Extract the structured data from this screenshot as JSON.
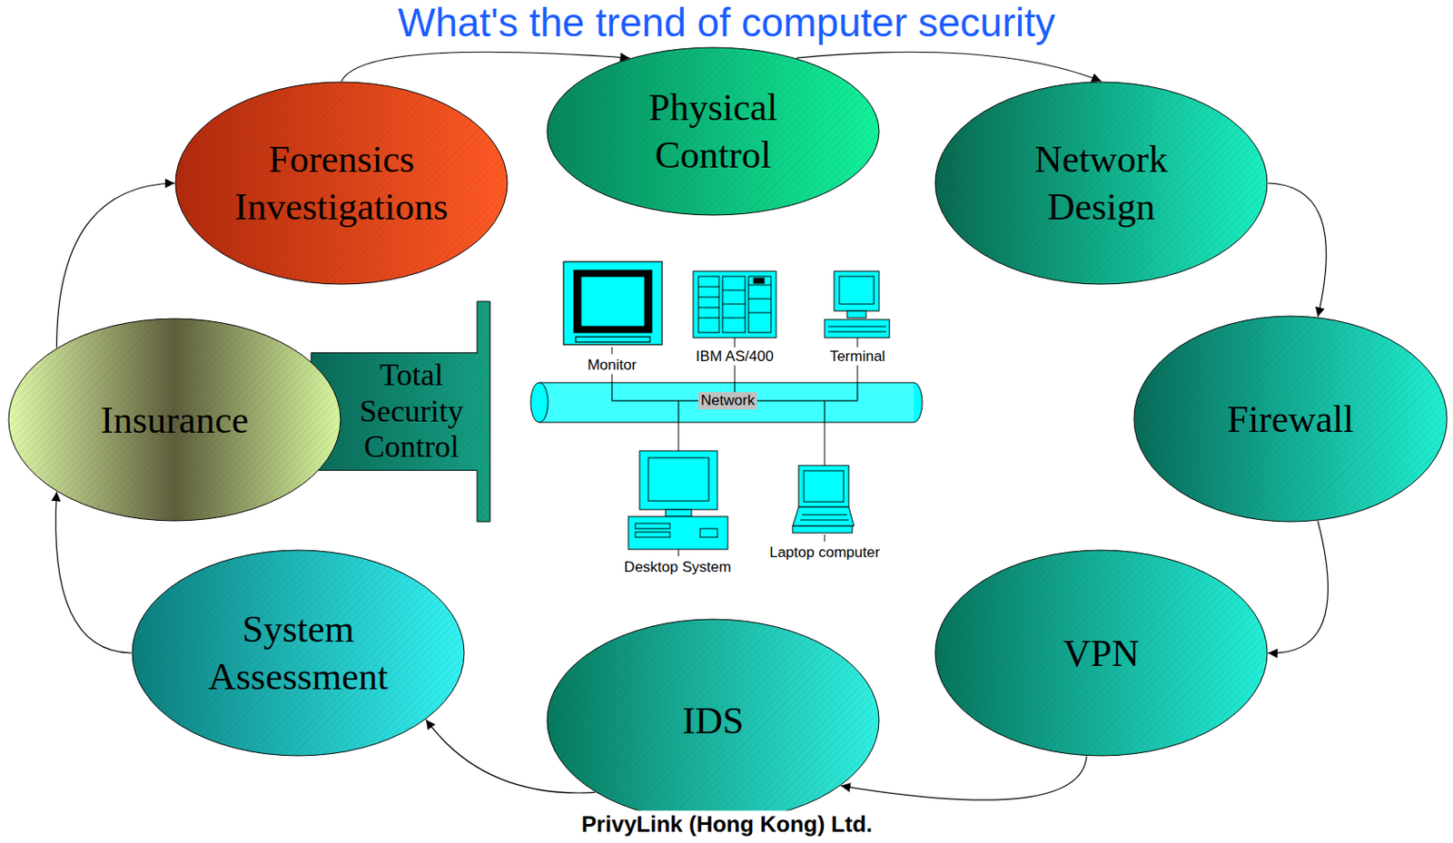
{
  "diagram": {
    "title": "What's the trend of computer security",
    "nodes": [
      {
        "text": [
          "Physical Control"
        ]
      },
      {
        "text": [
          "Forensics Investigations"
        ]
      },
      {
        "text": [
          "Network Design"
        ]
      },
      {
        "text": [
          "Insurance"
        ]
      },
      {
        "text": [
          "Total Security Control"
        ]
      },
      {
        "text": [
          "Firewall"
        ]
      },
      {
        "text": [
          "System Assessment"
        ]
      },
      {
        "text": [
          "VPN"
        ]
      },
      {
        "text": [
          "IDS"
        ]
      }
    ],
    "edges": [
      {
        "from": 1,
        "to": 0,
        "arrow": "to"
      },
      {
        "from": 0,
        "to": 2,
        "arrow": "to"
      },
      {
        "from": 2,
        "to": 5,
        "arrow": "to"
      },
      {
        "from": 5,
        "to": 7,
        "arrow": "to"
      },
      {
        "from": 7,
        "to": 8,
        "arrow": "to"
      },
      {
        "from": 8,
        "to": 6,
        "arrow": "to"
      },
      {
        "from": 6,
        "to": 3,
        "arrow": "to"
      },
      {
        "from": 3,
        "to": 1,
        "arrow": "to"
      }
    ],
    "labels": [
      "Monitor",
      "IBM AS/400",
      "Terminal",
      "Network",
      "Desktop System",
      "Laptop computer",
      "PrivyLink (Hong Kong) Ltd."
    ]
  }
}
